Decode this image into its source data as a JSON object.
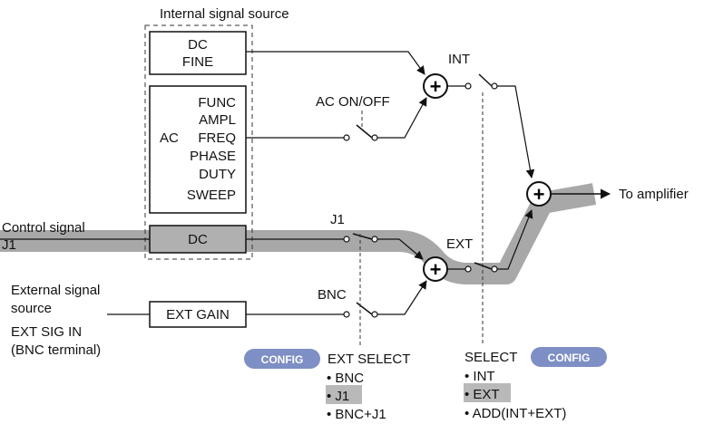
{
  "internal_source_label": "Internal signal source",
  "dc_fine_block": [
    "DC",
    "FINE"
  ],
  "ac_block": {
    "prefix": "AC",
    "items": [
      "FUNC",
      "AMPL",
      "FREQ",
      "PHASE",
      "DUTY",
      "SWEEP"
    ]
  },
  "dc_block": "DC",
  "ac_switch_label": "AC ON/OFF",
  "int_label": "INT",
  "ext_label": "EXT",
  "j1_label": "J1",
  "bnc_label": "BNC",
  "control_signal_label": [
    "Control signal",
    "J1"
  ],
  "external_source_label": [
    "External signal",
    "source"
  ],
  "ext_sig_in_label": [
    "EXT SIG IN",
    "(BNC terminal)"
  ],
  "ext_gain_block": "EXT GAIN",
  "output_label": "To amplifier",
  "config_badge": "CONFIG",
  "ext_select": {
    "title": "EXT SELECT",
    "options": [
      "• BNC",
      "• J1",
      "• BNC+J1"
    ],
    "highlighted": "• J1"
  },
  "select": {
    "title": "SELECT",
    "options": [
      "• INT",
      "• EXT",
      "• ADD(INT+EXT)"
    ],
    "highlighted": "• EXT"
  },
  "colors": {
    "signal_path": "#a8a8a8",
    "config_badge": "#7d8fc4",
    "highlight": "#b9b9b9",
    "block_fill_selected": "#b0b0b0"
  }
}
